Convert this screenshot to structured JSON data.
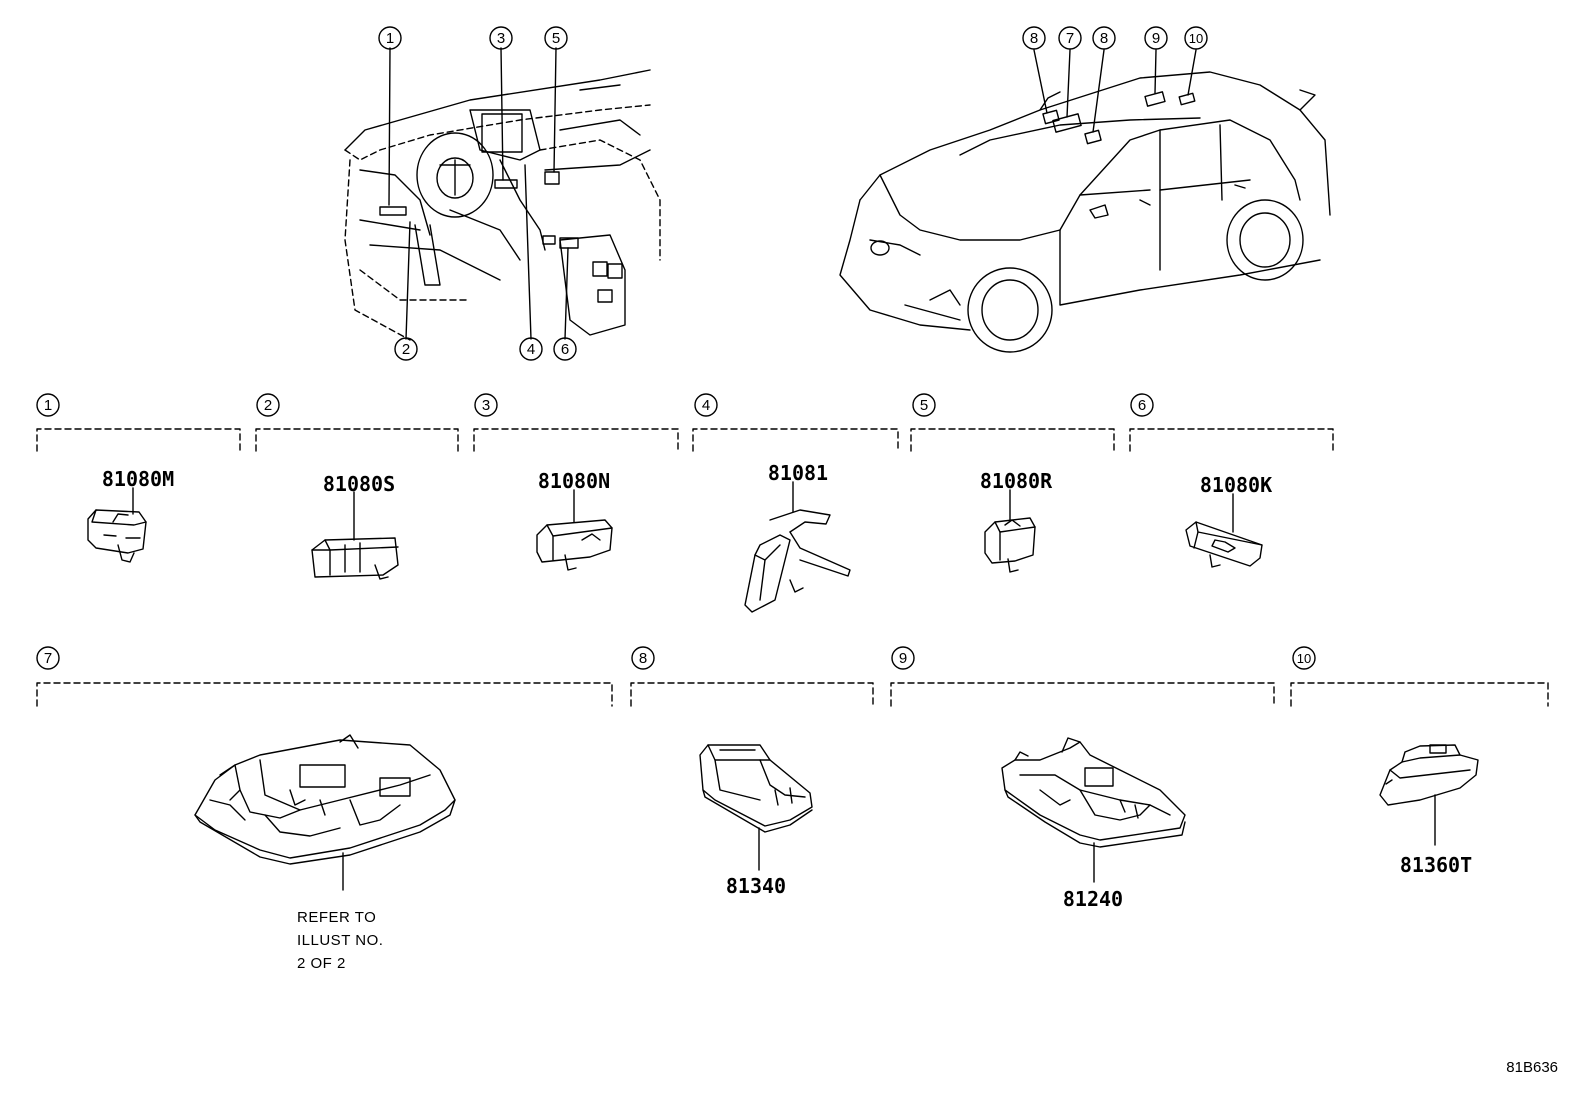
{
  "interior_callouts": [
    "1",
    "2",
    "3",
    "4",
    "5",
    "6"
  ],
  "exterior_callouts": [
    "8",
    "7",
    "8",
    "9",
    "10"
  ],
  "parts": [
    {
      "ref": "1",
      "part_no": "81080M"
    },
    {
      "ref": "2",
      "part_no": "81080S"
    },
    {
      "ref": "3",
      "part_no": "81080N"
    },
    {
      "ref": "4",
      "part_no": "81081"
    },
    {
      "ref": "5",
      "part_no": "81080R"
    },
    {
      "ref": "6",
      "part_no": "81080K"
    },
    {
      "ref": "7",
      "part_no": "",
      "note": [
        "REFER TO",
        "ILLUST NO.",
        "2 OF 2"
      ]
    },
    {
      "ref": "8",
      "part_no": "81340"
    },
    {
      "ref": "9",
      "part_no": "81240"
    },
    {
      "ref": "10",
      "part_no": "81360T"
    }
  ],
  "illustration_code": "81B636"
}
